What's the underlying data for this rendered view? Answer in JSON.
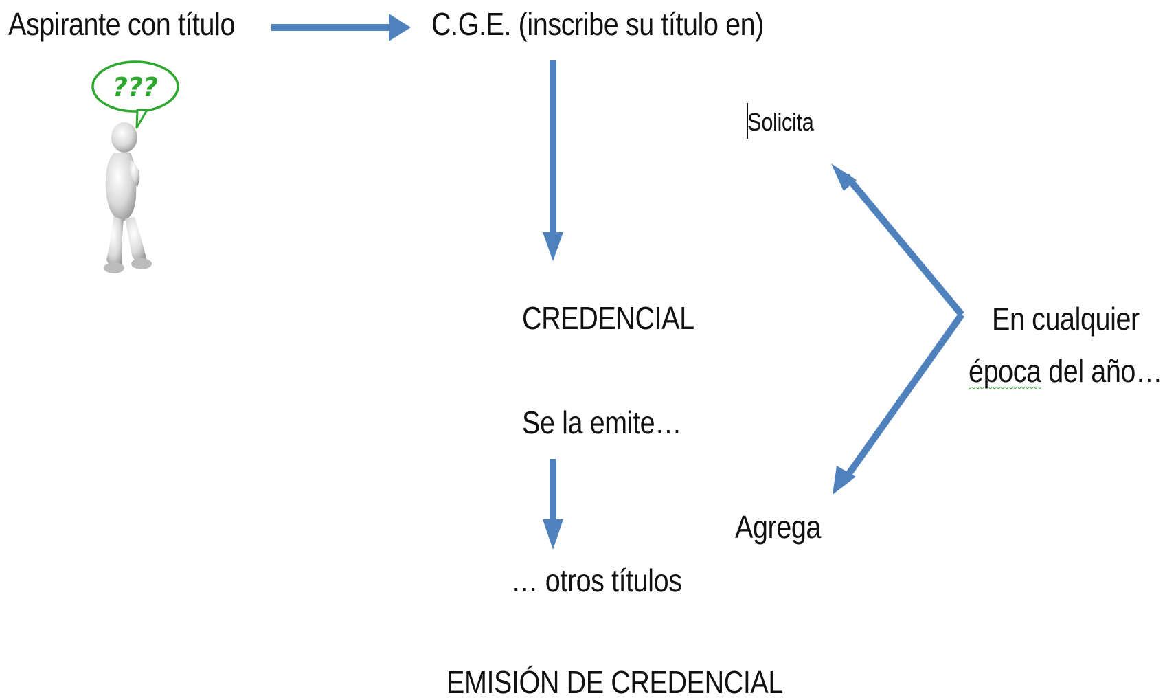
{
  "diagram": {
    "nodes": {
      "aspirante": "Aspirante con título",
      "cge": "C.G.E. (inscribe su título en)",
      "credencial": "CREDENCIAL",
      "se_la_emite": "Se la emite…",
      "otros_titulos": "… otros títulos",
      "solicita": "Solicita",
      "agrega": "Agrega",
      "epoca_line1": "En cualquier",
      "epoca_line2_word1": "época",
      "epoca_line2_rest": " del año…"
    },
    "footer_title": "EMISIÓN DE CREDENCIAL",
    "thinking_figure": {
      "bubble_text": "???",
      "icon": "thinking-person-icon"
    }
  },
  "colors": {
    "arrow": "#4f81bd",
    "text": "#111111",
    "bubble": "#2fa82f",
    "spellcheck": "#2e9a2e"
  }
}
